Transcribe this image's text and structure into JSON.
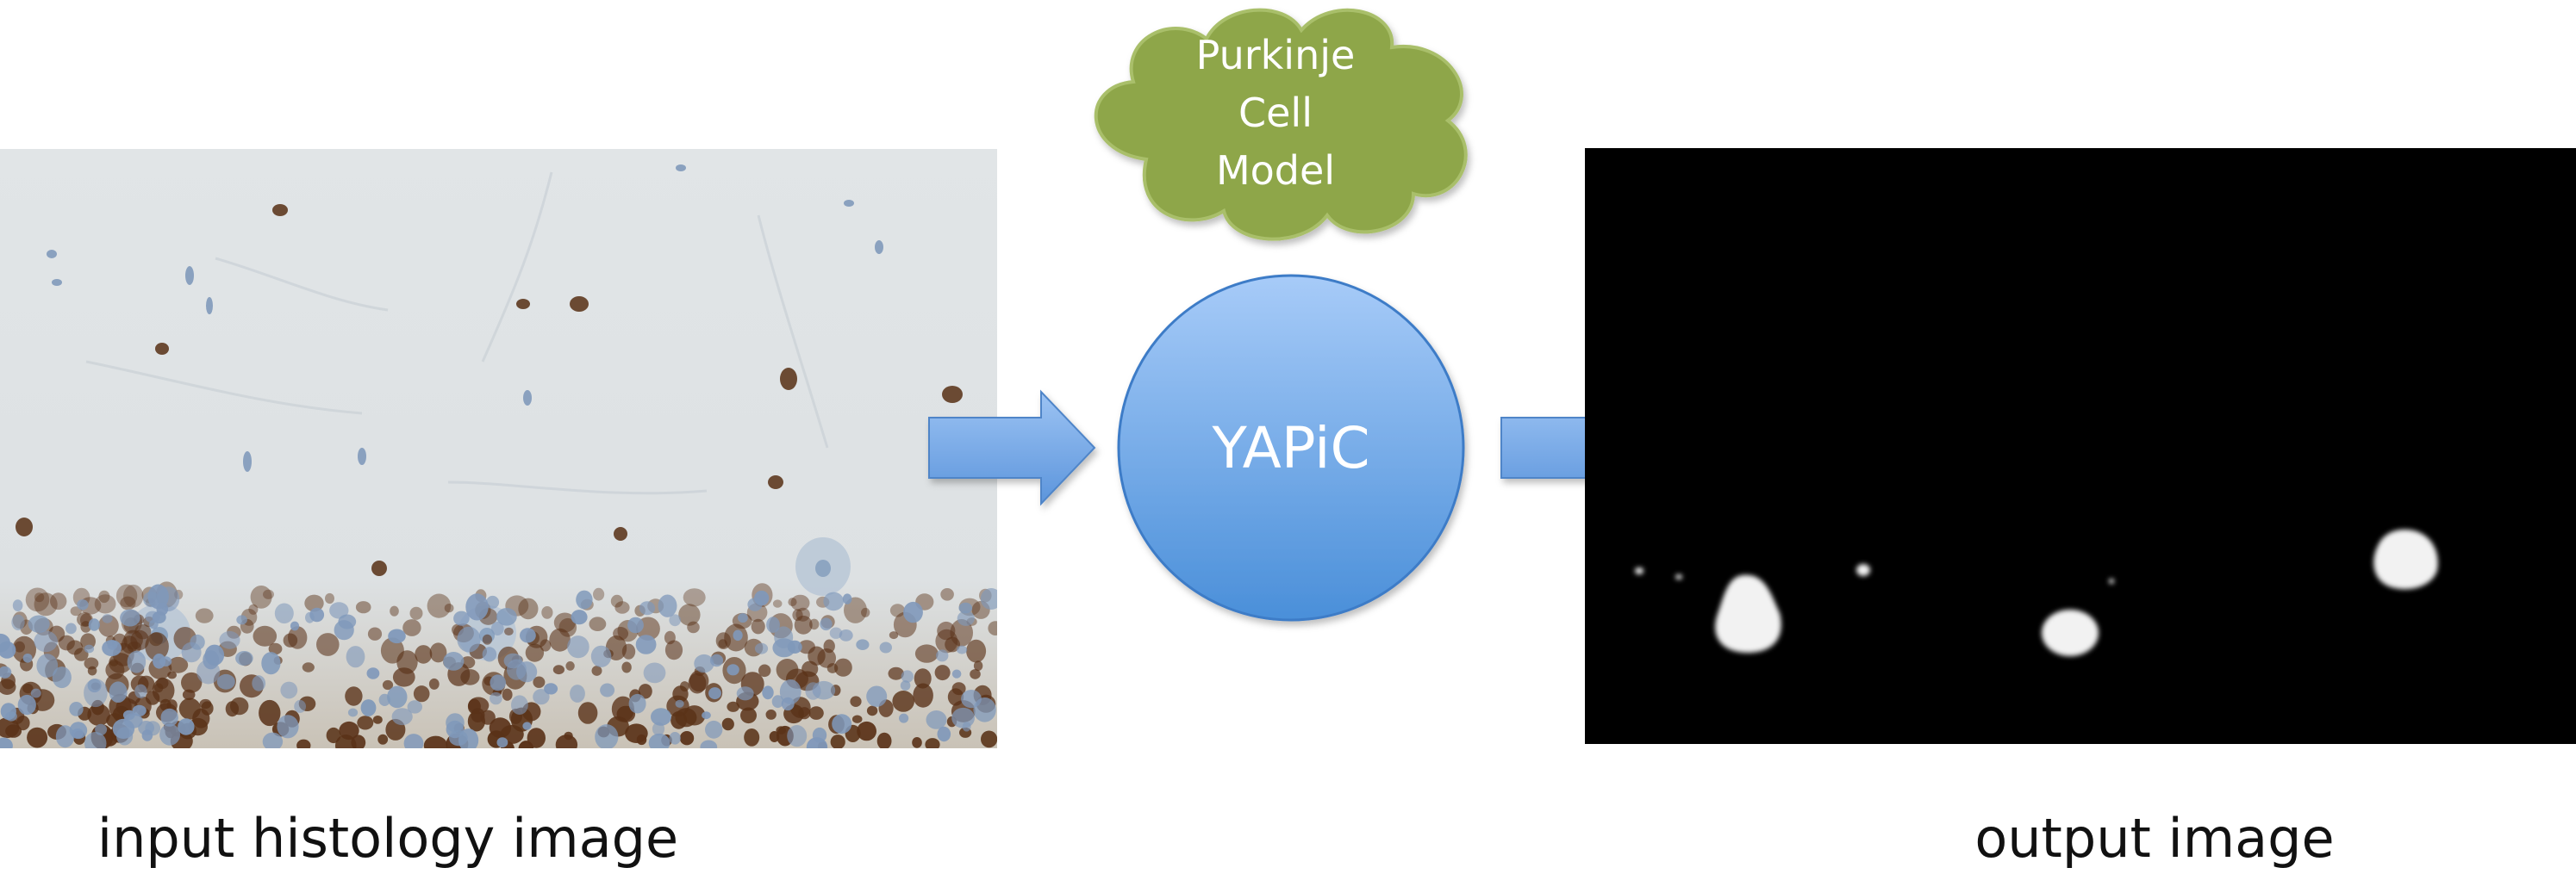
{
  "diagram": {
    "input_caption": "input histology image",
    "output_caption": "output image",
    "model_cloud": {
      "lines": [
        "Purkinje",
        "Cell",
        "Model"
      ]
    },
    "process_node": {
      "label": "YAPiC"
    }
  },
  "colors": {
    "cloud_fill": "#8ea64a",
    "cloud_stroke": "#a9bf6a",
    "node_fill_top": "#a7cbf8",
    "node_fill_bottom": "#4a8fd9",
    "arrow_fill": "#6fa6e6",
    "tissue_background": "#dfe3e6",
    "nucleus_brown": "#5a3218",
    "nucleus_blue": "#7f98ba",
    "output_background": "#000000",
    "segmentation_white": "#f2f2f2"
  }
}
